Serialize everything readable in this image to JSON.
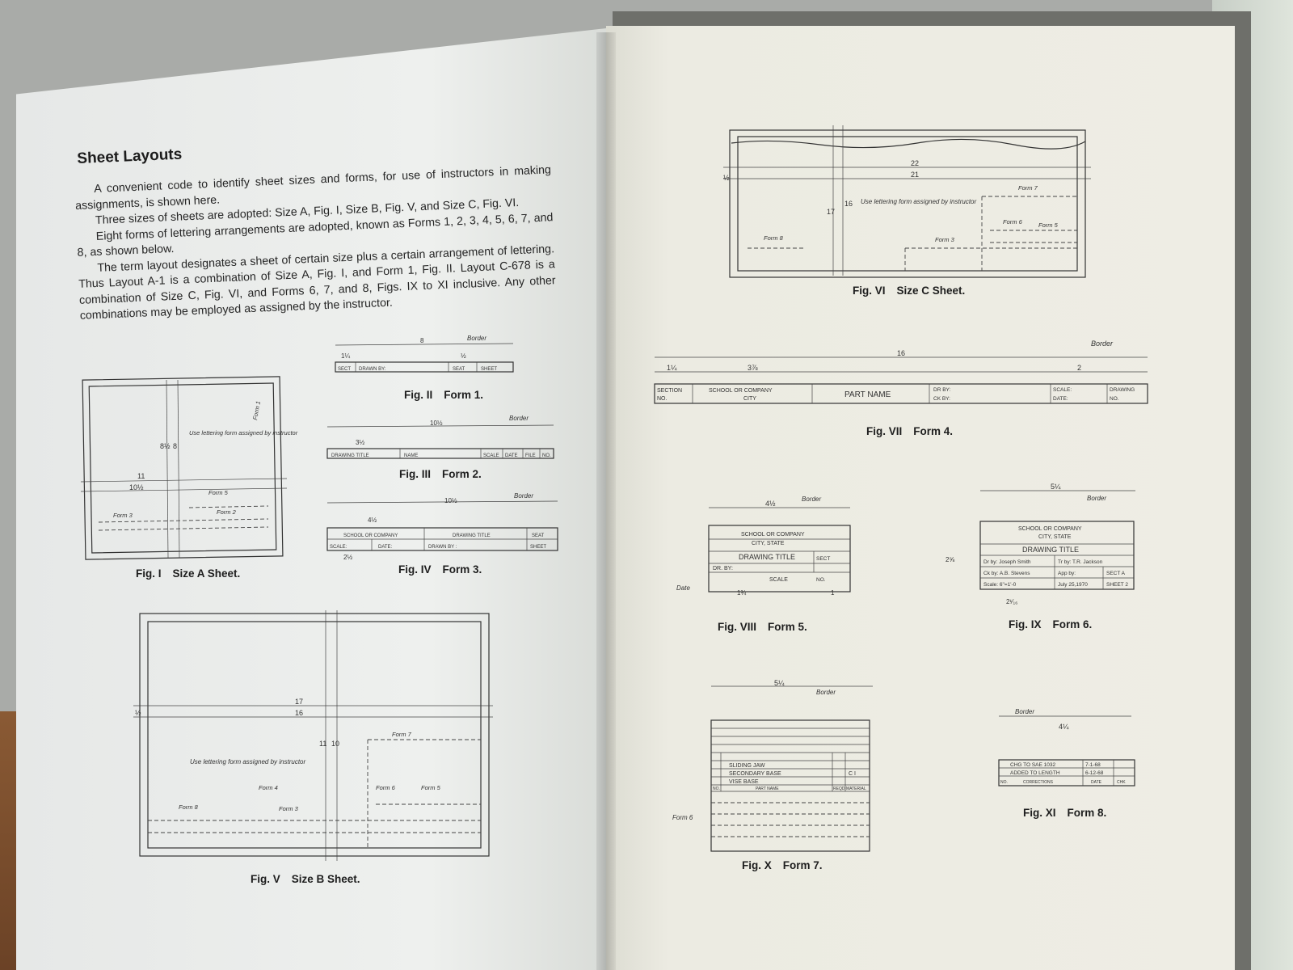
{
  "left_page": {
    "heading": "Sheet Layouts",
    "paragraphs": [
      "A convenient code to identify sheet sizes and forms, for use of instructors in making assignments, is shown here.",
      "Three sizes of sheets are adopted: Size A, Fig. I, Size B, Fig. V, and Size C, Fig. VI.",
      "Eight forms of lettering arrangements are adopted, known as Forms 1, 2, 3, 4, 5, 6, 7, and 8, as shown below.",
      "The term layout designates a sheet of certain size plus a certain arrangement of lettering. Thus Layout A-1 is a combination of Size A, Fig. I, and Form 1, Fig. II. Layout C-678 is a combination of Size C, Fig. VI, and Forms 6, 7, and 8, Figs. IX to XI inclusive. Any other combinations may be employed as assigned by the instructor."
    ],
    "figures": {
      "fig1": {
        "num": "Fig. I",
        "title": "Size A Sheet.",
        "dim_11": "11",
        "dim_10_5": "10½",
        "dim_8_5": "8½",
        "dim_8": "8",
        "note": "Use lettering form assigned by instructor",
        "form1": "Form 1",
        "form5": "Form 5",
        "form3": "Form 3",
        "form2": "Form 2"
      },
      "fig2": {
        "num": "Fig. II",
        "title": "Form 1.",
        "border": "Border",
        "dim_8": "8",
        "dim_1_4": "1¼",
        "dim_1_2": "½",
        "sect": "SECT",
        "drawn_by": "DRAWN BY:",
        "seat": "SEAT",
        "sheet": "SHEET"
      },
      "fig3": {
        "num": "Fig. III",
        "title": "Form 2.",
        "border": "Border",
        "dim_10_5": "10½",
        "dim_3_5": "3½",
        "drawing_title": "DRAWING TITLE",
        "name": "NAME",
        "scale": "SCALE",
        "date": "DATE",
        "file": "FILE",
        "no": "NO."
      },
      "fig4": {
        "num": "Fig. IV",
        "title": "Form 3.",
        "border": "Border",
        "dim_10_5": "10½",
        "dim_4_5": "4½",
        "dim_2_5": "2½",
        "school": "SCHOOL OR COMPANY",
        "drawing_title": "DRAWING TITLE",
        "seat": "SEAT",
        "scale": "SCALE:",
        "date": "DATE:",
        "drawn_by": "DRAWN BY :",
        "sheet": "SHEET"
      },
      "fig5": {
        "num": "Fig. V",
        "title": "Size B Sheet.",
        "dim_17": "17",
        "dim_16": "16",
        "dim_11": "11",
        "dim_10": "10",
        "dim_half": "½",
        "note": "Use lettering form assigned by instructor",
        "form7": "Form 7",
        "form4": "Form 4",
        "form6": "Form 6",
        "form5": "Form 5",
        "form8": "Form 8",
        "form3": "Form 3"
      },
      "fig6": {
        "num": "Fig. VI",
        "title": "Size C Sheet.",
        "dim_22": "22",
        "dim_21": "21",
        "dim_17": "17",
        "dim_16": "16",
        "dim_half": "½",
        "note": "Use lettering form assigned by instructor",
        "form7": "Form 7",
        "form6": "Form 6",
        "form5": "Form 5",
        "form8": "Form 8",
        "form3": "Form 3"
      },
      "fig7": {
        "num": "Fig. VII",
        "title": "Form 4.",
        "border": "Border",
        "dim_16": "16",
        "dim_1_4": "1¼",
        "dim_3_7_8": "3⅞",
        "dim_2": "2",
        "section": "SECTION",
        "no": "NO.",
        "school": "SCHOOL OR COMPANY",
        "city": "CITY",
        "part_name": "PART NAME",
        "dr_by": "DR BY:",
        "ck_by": "CK BY:",
        "scale": "SCALE:",
        "date": "DATE:",
        "drawing": "DRAWING",
        "drawing_no": "NO."
      },
      "fig8": {
        "num": "Fig. VIII",
        "title": "Form 5.",
        "border": "Border",
        "date_label": "Date",
        "dim_4_5": "4½",
        "dim_1_3_4": "1¾",
        "dim_1": "1",
        "school": "SCHOOL OR COMPANY",
        "city": "CITY, STATE",
        "drawing_title": "DRAWING TITLE",
        "dr_by": "DR. BY:",
        "sect": "SECT",
        "scale": "SCALE",
        "no": "NO."
      },
      "fig9": {
        "num": "Fig. IX",
        "title": "Form 6.",
        "border": "Border",
        "dim_5_1_4": "5¼",
        "dim_2_5_8": "2⅝",
        "dim_2_1_16": "2¹⁄₁₆",
        "school": "SCHOOL OR COMPANY",
        "city": "CITY, STATE",
        "drawing_title": "DRAWING TITLE",
        "dr_by": "Dr by: Joseph Smith",
        "tr_by": "Tr by: T.R. Jackson",
        "ck_by": "Ck by: A.B. Stevens",
        "app_by": "App by:",
        "sect": "SECT A",
        "scale": "Scale: 6\"=1'-0",
        "date": "July 25,1970",
        "sheet": "SHEET 2"
      },
      "fig10": {
        "num": "Fig. X",
        "title": "Form 7.",
        "border": "Border",
        "dim_5_1_4": "5¼",
        "form6": "Form 6",
        "row3": "SLIDING JAW",
        "row2": "SECONDARY BASE",
        "row1": "VISE BASE",
        "no": "NO.",
        "part_name": "PART NAME",
        "reqd": "REQD",
        "material": "MATERIAL",
        "ci": "C I"
      },
      "fig11": {
        "num": "Fig. XI",
        "title": "Form 8.",
        "border": "Border",
        "dim_4_1_4": "4¼",
        "row2": "CHG TO SAE 1032",
        "row2_date": "7-1-68",
        "row1": "ADDED TO LENGTH",
        "row1_date": "6-12-68",
        "no": "NO.",
        "corrections": "CORRECTIONS",
        "date": "DATE",
        "chk": "CHK"
      }
    }
  }
}
